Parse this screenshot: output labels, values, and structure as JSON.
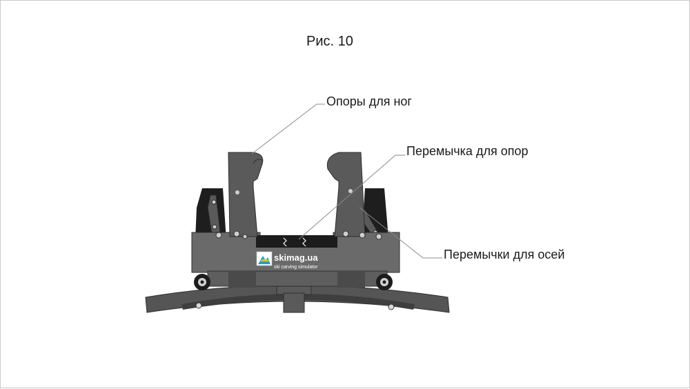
{
  "figure": {
    "caption": "Рис. 10"
  },
  "callouts": {
    "foot_supports": "Опоры для ног",
    "support_bridge": "Перемычка для опор",
    "axle_bridges": "Перемычки для осей"
  },
  "logo": {
    "brand": "skimag.ua",
    "tagline": "ski carving simulator"
  },
  "colors": {
    "frame_gray": "#6a6a6a",
    "dark_gray": "#444444",
    "rail_gray": "#505050",
    "black": "#1c1c1c",
    "leader": "#8a8a8a",
    "logo_accent": "#1aa3d8"
  }
}
